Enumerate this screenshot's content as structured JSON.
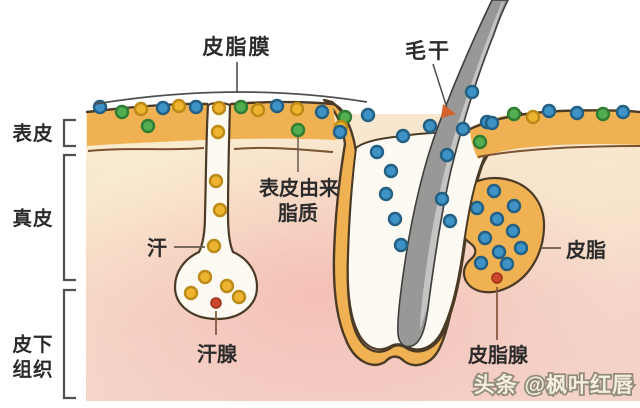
{
  "diagram": {
    "labels": {
      "sebum_film": "皮脂膜",
      "hair_shaft": "毛干",
      "epidermis": "表皮",
      "dermis": "真皮",
      "subcutaneous": {
        "line1": "皮下",
        "line2": "组织"
      },
      "sweat": "汗",
      "sweat_gland": "汗腺",
      "epidermis_derived": {
        "line1": "表皮由来",
        "line2": "脂质"
      },
      "sebum": "皮脂",
      "sebaceous_gland": "皮脂腺"
    },
    "watermark": "头条 @枫叶红唇",
    "colors": {
      "skin_orange": "#EFB152",
      "outline_brown": "#4A3A26",
      "basal_line_brown": "#7A5230",
      "dermis_cream": "#F9EBCF",
      "dermis_pink": "#F5D2C8",
      "hair_gray": "#989896",
      "hair_highlight": "#C9C9C6",
      "dot_blue": "#3E92C6",
      "dot_green": "#52AE50",
      "dot_yellow": "#EEB42F",
      "dot_red": "#C9472A",
      "arrow_orange": "#D4622E"
    }
  }
}
